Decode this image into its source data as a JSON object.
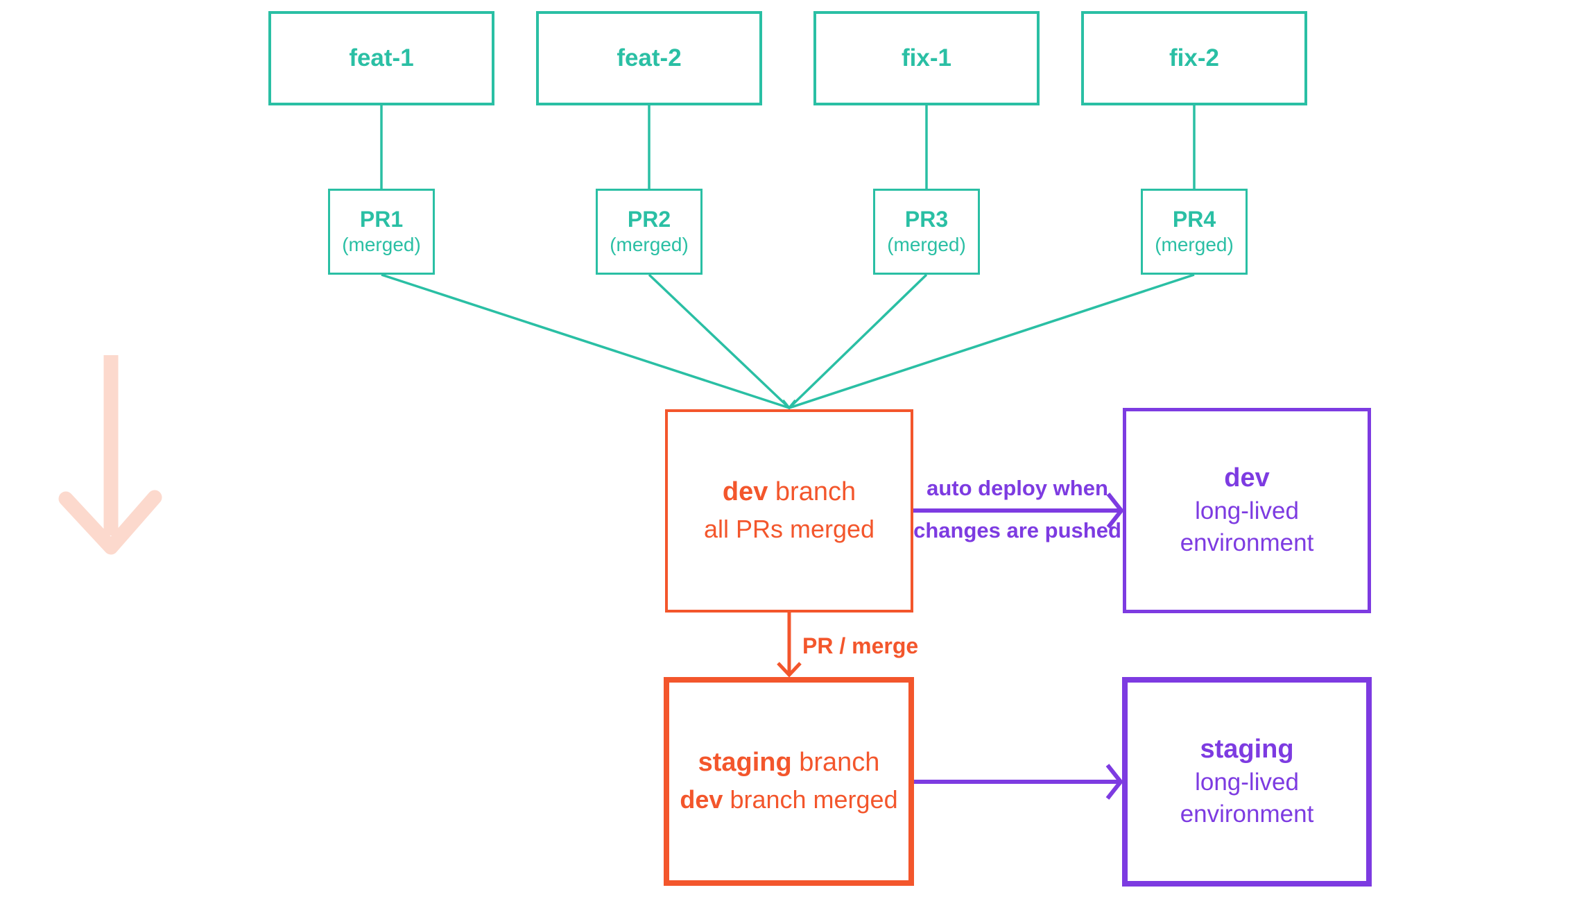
{
  "colors": {
    "teal": "#2abfa4",
    "orange": "#f3562c",
    "purple": "#7d3be1",
    "pink_arrow": "#fcd9cd",
    "background": "#ffffff"
  },
  "feature_branches": [
    {
      "label": "feat-1"
    },
    {
      "label": "feat-2"
    },
    {
      "label": "fix-1"
    },
    {
      "label": "fix-2"
    }
  ],
  "pull_requests": [
    {
      "label": "PR1",
      "status": "(merged)"
    },
    {
      "label": "PR2",
      "status": "(merged)"
    },
    {
      "label": "PR3",
      "status": "(merged)"
    },
    {
      "label": "PR4",
      "status": "(merged)"
    }
  ],
  "dev_branch": {
    "title_bold": "dev",
    "title_rest": " branch",
    "subtitle": "all PRs merged"
  },
  "dev_environment": {
    "title": "dev",
    "line1": "long-lived",
    "line2": "environment"
  },
  "staging_branch": {
    "title_bold": "staging",
    "title_rest": " branch",
    "subtitle_bold": "dev",
    "subtitle_rest": " branch merged"
  },
  "staging_environment": {
    "title": "staging",
    "line1": "long-lived",
    "line2": "environment"
  },
  "labels": {
    "auto_deploy_line1": "auto deploy when",
    "auto_deploy_line2": "changes are pushed",
    "pr_merge": "PR / merge"
  }
}
